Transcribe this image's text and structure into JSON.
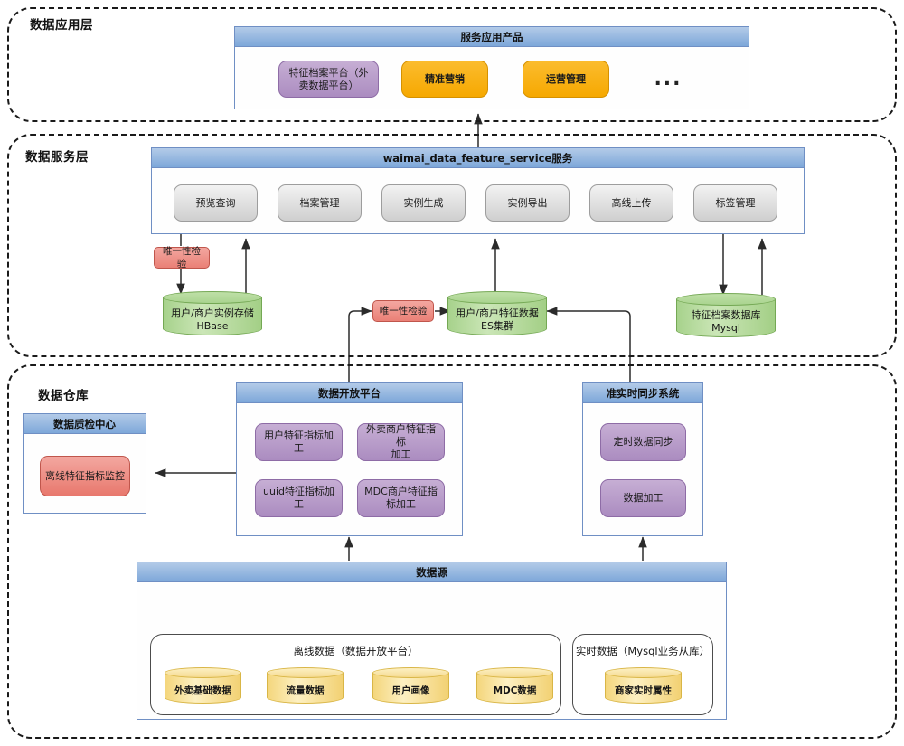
{
  "layers": [
    {
      "id": "app",
      "label": "数据应用层"
    },
    {
      "id": "service",
      "label": "数据服务层"
    },
    {
      "id": "warehouse",
      "label": "数据仓库"
    }
  ],
  "application_layer": {
    "panel_title": "服务应用产品",
    "products": [
      {
        "label": "特征档案平台（外\n卖数据平台）",
        "color": "purple"
      },
      {
        "label": "精准营销",
        "color": "orange"
      },
      {
        "label": "运营管理",
        "color": "orange"
      },
      {
        "label": "...",
        "color": "dots"
      }
    ]
  },
  "service_layer": {
    "panel_title": "waimai_data_feature_service服务",
    "modules": [
      {
        "label": "预览查询"
      },
      {
        "label": "档案管理"
      },
      {
        "label": "实例生成"
      },
      {
        "label": "实例导出"
      },
      {
        "label": "高线上传"
      },
      {
        "label": "标签管理"
      }
    ],
    "validators": [
      {
        "label": "唯一性检验"
      },
      {
        "label": "唯一性检验"
      }
    ],
    "stores": [
      {
        "label": "用户/商户实例存储\nHBase"
      },
      {
        "label": "用户/商户特征数据\nES集群"
      },
      {
        "label": "特征档案数据库\nMysql"
      }
    ]
  },
  "warehouse_layer": {
    "quality_center": {
      "panel_title": "数据质检中心",
      "items": [
        {
          "label": "离线特征指标监控"
        }
      ]
    },
    "open_platform": {
      "panel_title": "数据开放平台",
      "items": [
        {
          "label": "用户特征指标加工"
        },
        {
          "label": "外卖商户特征指标\n加工"
        },
        {
          "label": "uuid特征指标加工"
        },
        {
          "label": "MDC商户特征指\n标加工"
        }
      ]
    },
    "sync_system": {
      "panel_title": "准实时同步系统",
      "items": [
        {
          "label": "定时数据同步"
        },
        {
          "label": "数据加工"
        }
      ]
    },
    "data_source": {
      "panel_title": "数据源",
      "groups": [
        {
          "title": "离线数据（数据开放平台）",
          "stores": [
            {
              "label": "外卖基础数据"
            },
            {
              "label": "流量数据"
            },
            {
              "label": "用户画像"
            },
            {
              "label": "MDC数据"
            }
          ]
        },
        {
          "title": "实时数据（Mysql业务从库）",
          "stores": [
            {
              "label": "商家实时属性"
            }
          ]
        }
      ]
    }
  },
  "colors": {
    "panel_header_top": "#b3cbe8",
    "panel_header_bottom": "#7da7d9",
    "panel_border": "#6f8fc4",
    "purple": "#ab8cc0",
    "orange": "#f6a800",
    "grey": "#cfcfcf",
    "red": "#e8786d",
    "green_cylinder": "#a3cf86",
    "yellow_cylinder": "#f2d173",
    "arrow": "#2b2b2b",
    "layer_border": "#1a1a1a"
  }
}
